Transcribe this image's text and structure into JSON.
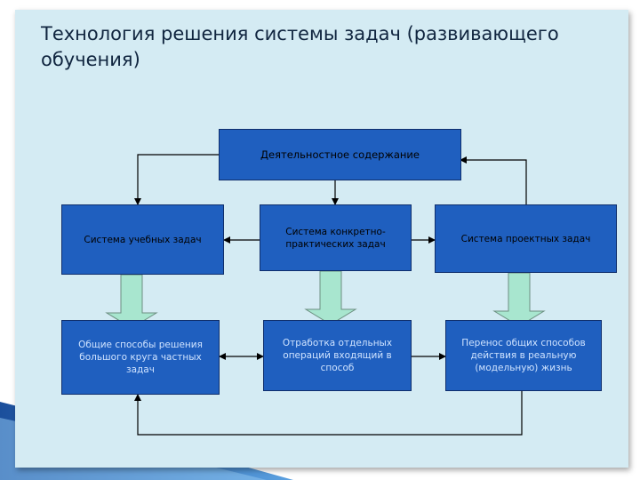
{
  "title": "Технология  решения системы задач (развивающего обучения)",
  "top_box": "Деятельностное  содержание",
  "middle_boxes": [
    "Система  учебных задач",
    "Система конкретно-практических задач",
    "Система  проектных задач"
  ],
  "bottom_boxes": [
    "Общие  способы решения большого круга частных задач",
    "Отработка отдельных операций входящий в способ",
    "Перенос общих способов действия в реальную (модельную) жизнь"
  ],
  "colors": {
    "background": "#d4ebf3",
    "box_fill": "#1f5fbf",
    "arrow_fill": "#a8e6cf",
    "title_text": "#10253f"
  }
}
